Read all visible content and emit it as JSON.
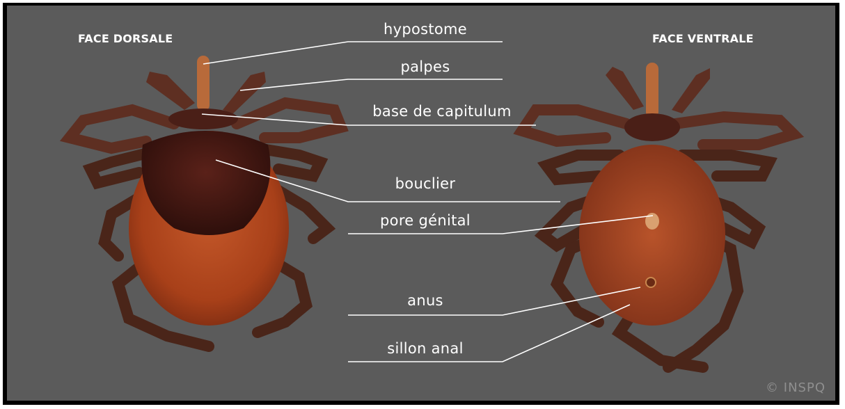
{
  "headings": {
    "dorsal": "FACE DORSALE",
    "ventral": "FACE VENTRALE"
  },
  "labels": {
    "hypostome": "hypostome",
    "palpes": "palpes",
    "base_capitulum": "base de capitulum",
    "bouclier": "bouclier",
    "pore_genital": "pore génital",
    "anus": "anus",
    "sillon_anal": "sillon anal"
  },
  "credit": "© INSPQ",
  "colors": {
    "background": "#5b5b5b",
    "frame": "#000000",
    "label_text": "#ffffff",
    "tick_body": "#b0451c",
    "tick_shield": "#3d1510",
    "tick_legs": "#5a2e22"
  },
  "specimens": [
    {
      "view": "dorsal",
      "icon": "tick-dorsal-illustration"
    },
    {
      "view": "ventral",
      "icon": "tick-ventral-illustration"
    }
  ]
}
